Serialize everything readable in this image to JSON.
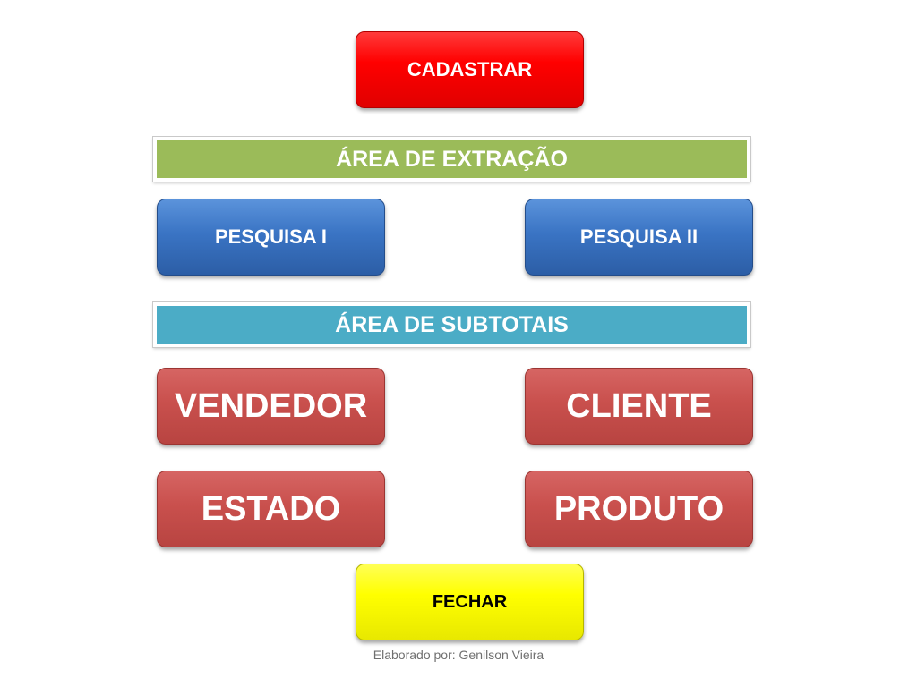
{
  "buttons": {
    "cadastrar": "CADASTRAR",
    "pesquisa_1": "PESQUISA I",
    "pesquisa_2": "PESQUISA II",
    "vendedor": "VENDEDOR",
    "cliente": "CLIENTE",
    "estado": "ESTADO",
    "produto": "PRODUTO",
    "fechar": "FECHAR"
  },
  "sections": {
    "extracao": "ÁREA DE EXTRAÇÃO",
    "subtotais": "ÁREA DE SUBTOTAIS"
  },
  "footer": {
    "credit": "Elaborado por: Genilson Vieira"
  },
  "colors": {
    "cadastrar": "#ff0000",
    "extracao_bar": "#9bbb59",
    "pesquisa": "#3a74c4",
    "subtotais_bar": "#4bacc6",
    "subtotal_buttons": "#c9504d",
    "fechar": "#ffff00"
  }
}
